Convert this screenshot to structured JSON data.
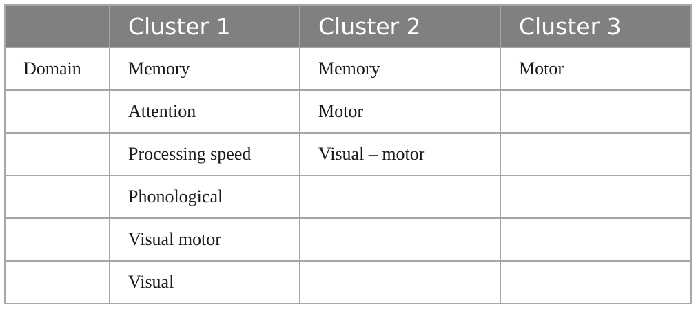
{
  "table": {
    "headers": [
      "",
      "Cluster 1",
      "Cluster 2",
      "Cluster 3"
    ],
    "rows": [
      [
        "Domain",
        "Memory",
        "Memory",
        "Motor"
      ],
      [
        "",
        "Attention",
        "Motor",
        ""
      ],
      [
        "",
        "Processing speed",
        "Visual – motor",
        ""
      ],
      [
        "",
        "Phonological",
        "",
        ""
      ],
      [
        "",
        "Visual motor",
        "",
        ""
      ],
      [
        "",
        "Visual",
        "",
        ""
      ]
    ]
  },
  "colors": {
    "header_bg": "#808080",
    "header_text": "#ffffff",
    "border": "#a6a6a6",
    "body_text": "#1a1a1a"
  }
}
